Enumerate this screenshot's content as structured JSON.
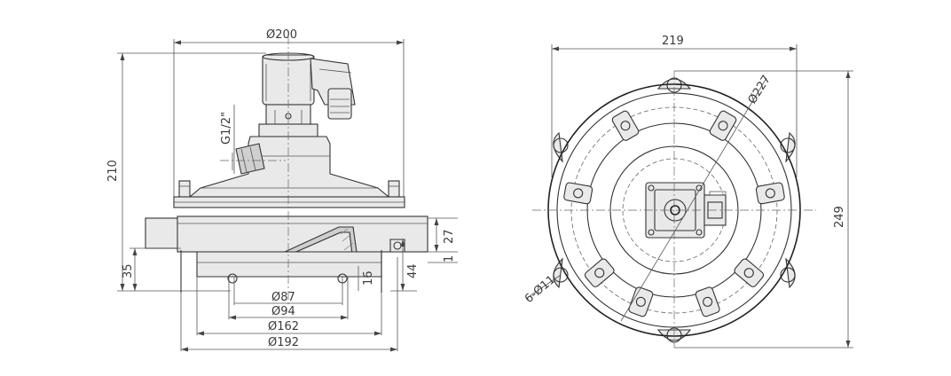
{
  "side_view": {
    "dimensions": {
      "top_diameter": "Ø200",
      "height_total": "210",
      "thread": "G1/2\"",
      "height_27": "27",
      "height_1": "1",
      "height_35": "35",
      "height_44": "44",
      "height_16": "16",
      "dia_87": "Ø87",
      "dia_94": "Ø94",
      "dia_162": "Ø162",
      "dia_192": "Ø192"
    }
  },
  "top_view": {
    "dimensions": {
      "width": "219",
      "height": "249",
      "bolt_circle": "Ø227",
      "holes": "6-Ø11"
    }
  }
}
